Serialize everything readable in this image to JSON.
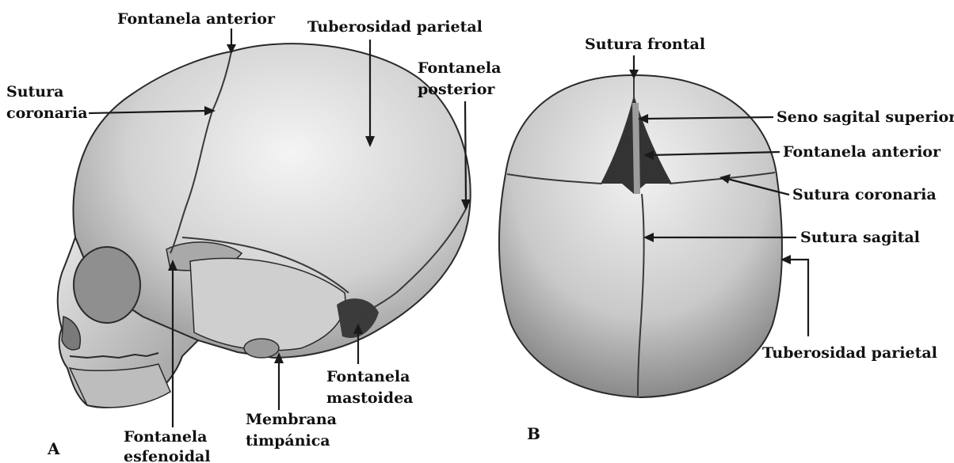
{
  "panels": {
    "a": "A",
    "b": "B"
  },
  "labels": {
    "a_fontanela_anterior": "Fontanela anterior",
    "a_tuberosidad_parietal": "Tuberosidad parietal",
    "a_sutura_1": "Sutura",
    "a_sutura_2": "coronaria",
    "a_fontanela_posterior_1": "Fontanela",
    "a_fontanela_posterior_2": "posterior",
    "a_fontanela_mastoidea_1": "Fontanela",
    "a_fontanela_mastoidea_2": "mastoidea",
    "a_membrana_1": "Membrana",
    "a_membrana_2": "timpánica",
    "a_fontanela_esfenoidal_1": "Fontanela",
    "a_fontanela_esfenoidal_2": "esfenoidal",
    "b_sutura_frontal": "Sutura frontal",
    "b_seno_sagital": "Seno sagital superior",
    "b_fontanela_anterior": "Fontanela anterior",
    "b_sutura_coronaria": "Sutura coronaria",
    "b_sutura_sagital": "Sutura sagital",
    "b_tuberosidad_parietal": "Tuberosidad parietal"
  }
}
